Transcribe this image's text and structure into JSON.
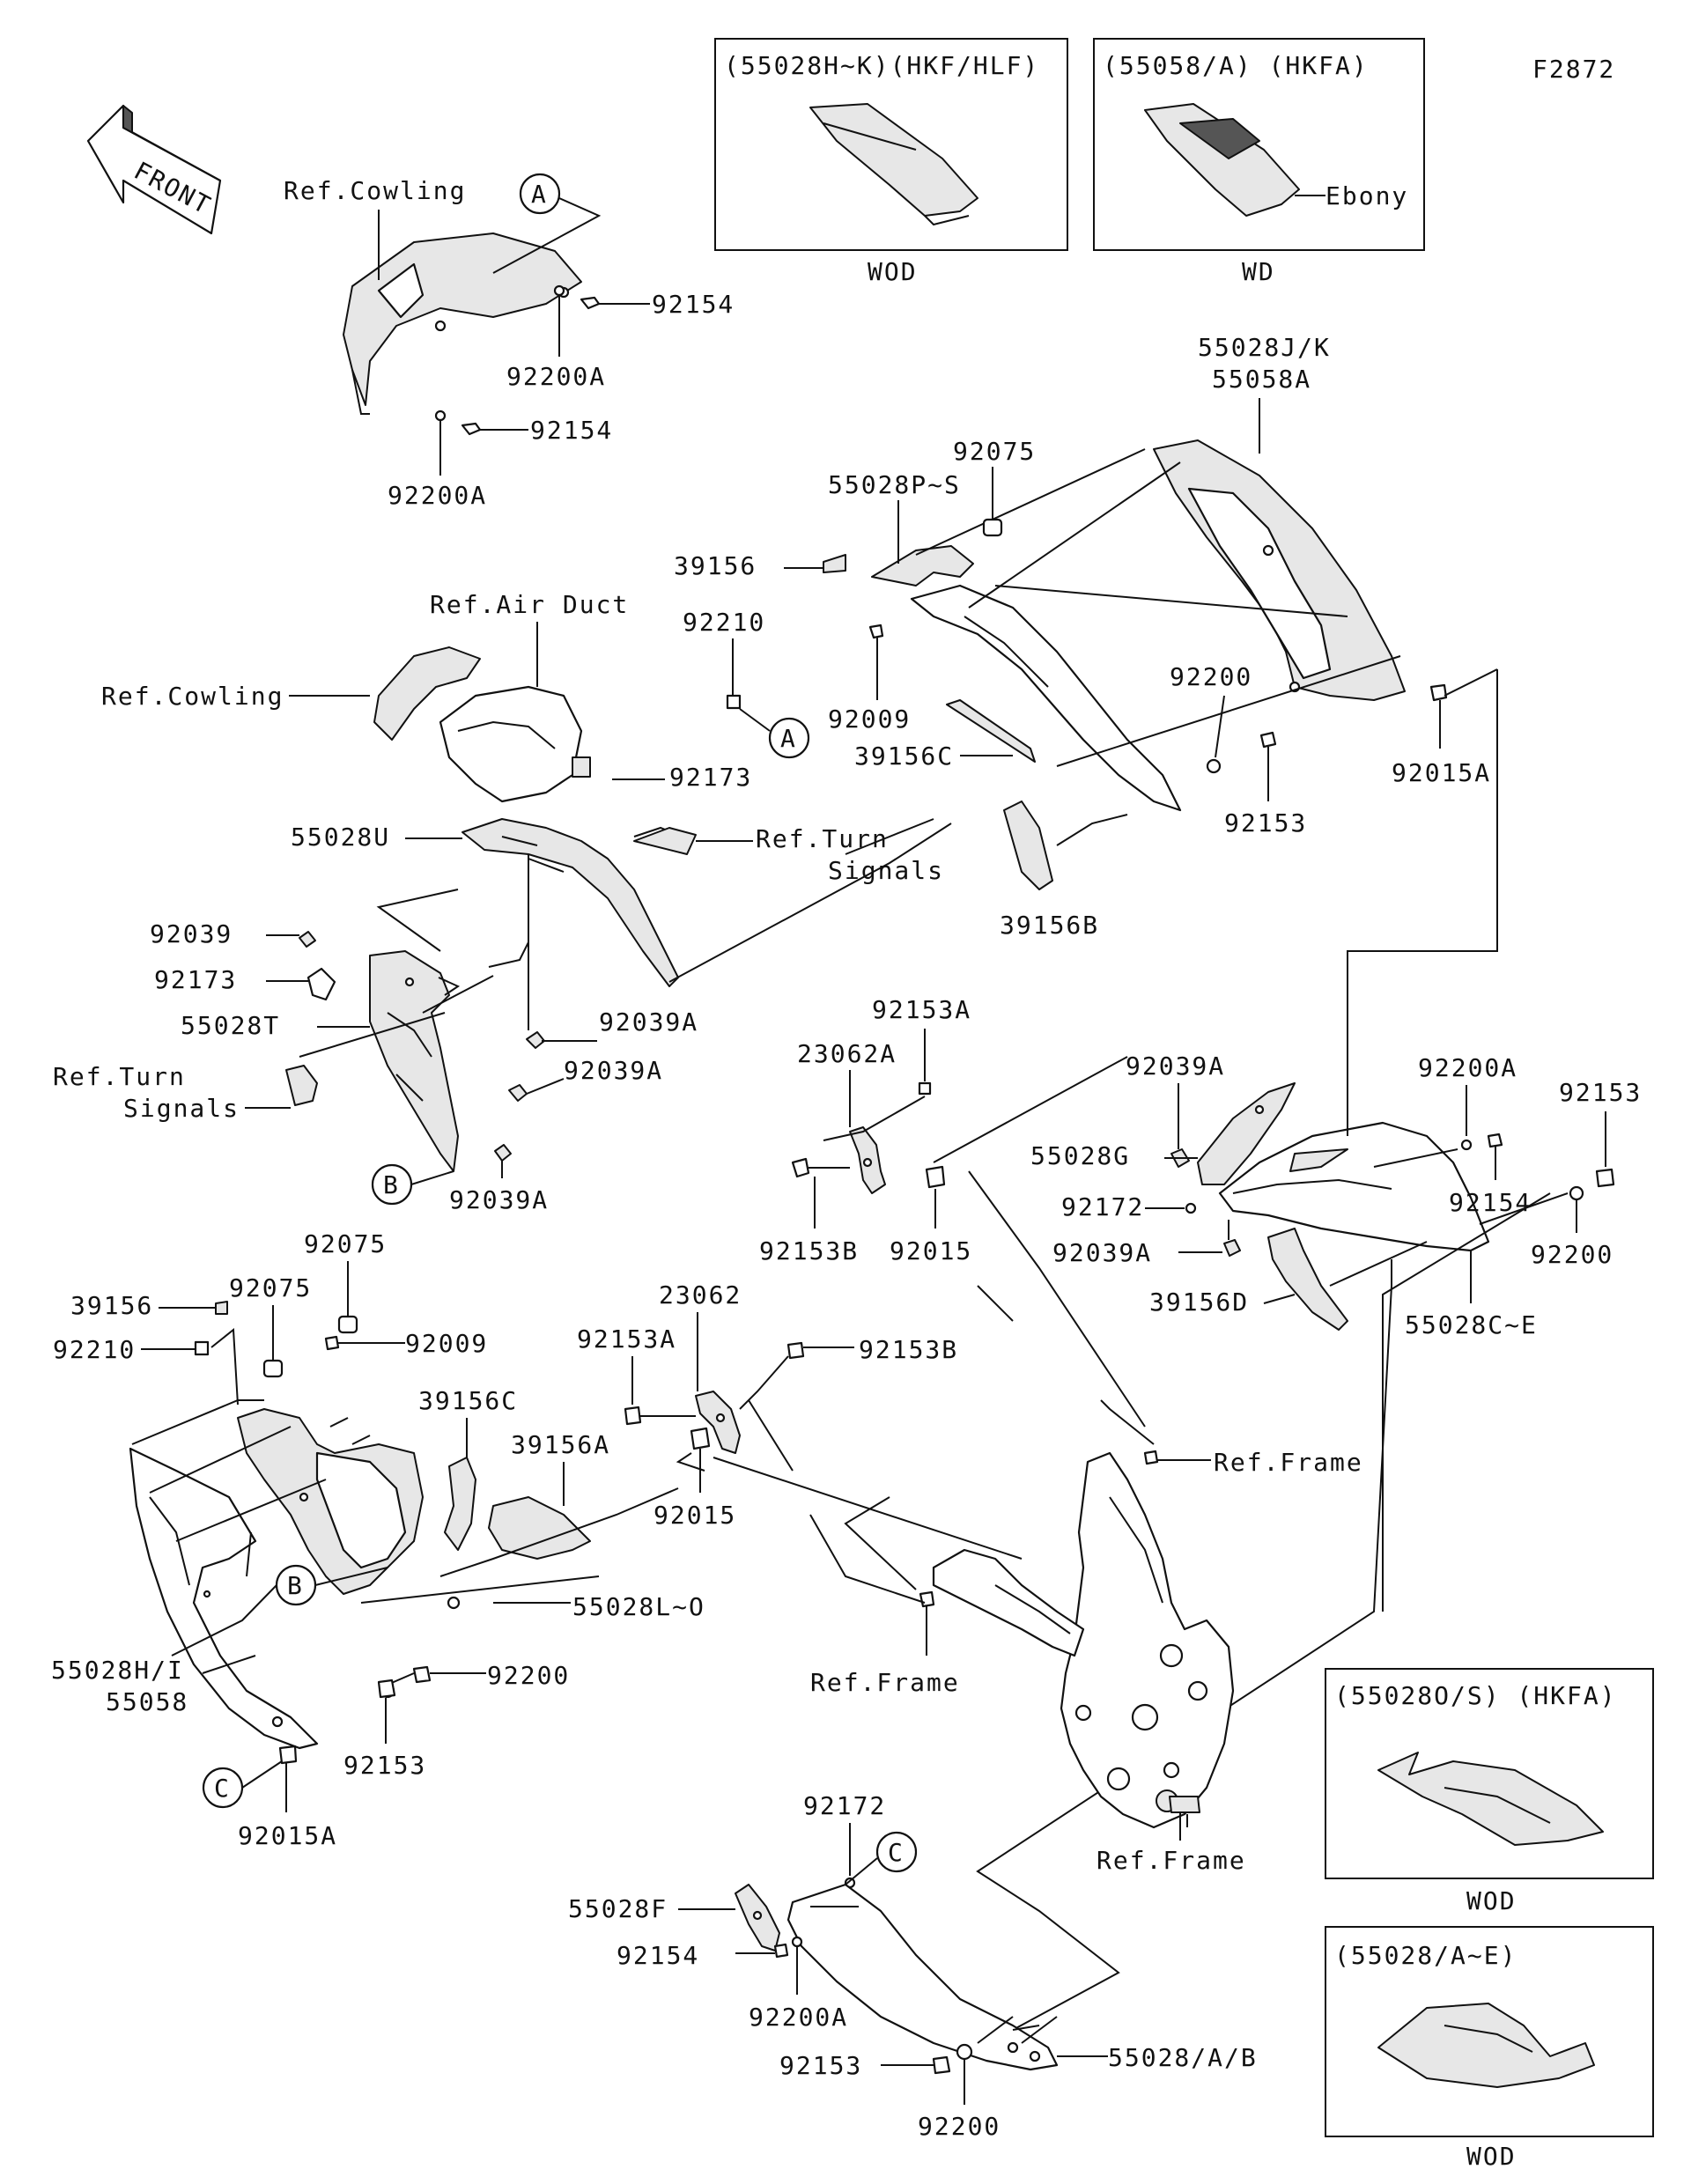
{
  "diagram_code": "F2872",
  "front_label": "FRONT",
  "ref": {
    "cowling": "Ref.Cowling",
    "air_duct": "Ref.Air Duct",
    "turn_signals_1": "Ref.Turn",
    "turn_signals_2": "Signals",
    "frame": "Ref.Frame"
  },
  "callouts": {
    "a": "A",
    "b": "B",
    "c": "C"
  },
  "inset_boxes": [
    {
      "title": "(55028H~K)(HKF/HLF)",
      "caption": "WOD"
    },
    {
      "title": "(55058/A)   (HKFA)",
      "caption": "WD",
      "note": "Ebony"
    },
    {
      "title": "(55028O/S)  (HKFA)",
      "caption": "WOD"
    },
    {
      "title": "(55028/A~E)",
      "caption": "WOD"
    }
  ],
  "parts": {
    "p92154": "92154",
    "p92200A": "92200A",
    "p55028JK": "55028J/K",
    "p55058A": "55058A",
    "p92075": "92075",
    "p55028PS": "55028P~S",
    "p39156": "39156",
    "p92210": "92210",
    "p92009": "92009",
    "p39156C": "39156C",
    "p92200": "92200",
    "p92153": "92153",
    "p92015A": "92015A",
    "p92173": "92173",
    "p55028U": "55028U",
    "p39156B": "39156B",
    "p92039": "92039",
    "p55028T": "55028T",
    "p92039A": "92039A",
    "p92153A": "92153A",
    "p23062A": "23062A",
    "p55028G": "55028G",
    "p92172": "92172",
    "p92153B": "92153B",
    "p92015": "92015",
    "p39156D": "39156D",
    "p55028CE": "55028C~E",
    "p23062": "23062",
    "p39156A": "39156A",
    "p55028LO": "55028L~O",
    "p55028HI": "55028H/I",
    "p55058": "55058",
    "p55028F": "55028F",
    "p55028AB": "55028/A/B"
  }
}
